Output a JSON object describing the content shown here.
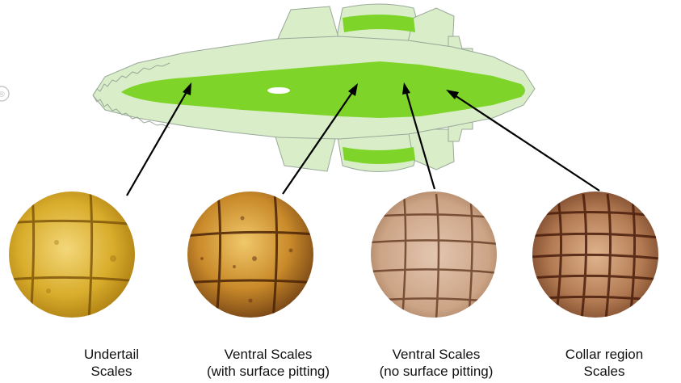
{
  "figure": {
    "samples": [
      {
        "id": "undertail",
        "line1": "Undertail",
        "line2": "Scales"
      },
      {
        "id": "ventral-pitting",
        "line1": "Ventral Scales",
        "line2": "(with surface pitting)"
      },
      {
        "id": "ventral-no-pitting",
        "line1": "Ventral Scales",
        "line2": "(no surface pitting)"
      },
      {
        "id": "collar",
        "line1": "Collar region",
        "line2": "Scales"
      }
    ],
    "colors": {
      "body_fill": "#d9edc8",
      "body_stroke": "#9aa89a",
      "ventral_stripe": "#7fd42a",
      "arrow": "#000000"
    }
  }
}
